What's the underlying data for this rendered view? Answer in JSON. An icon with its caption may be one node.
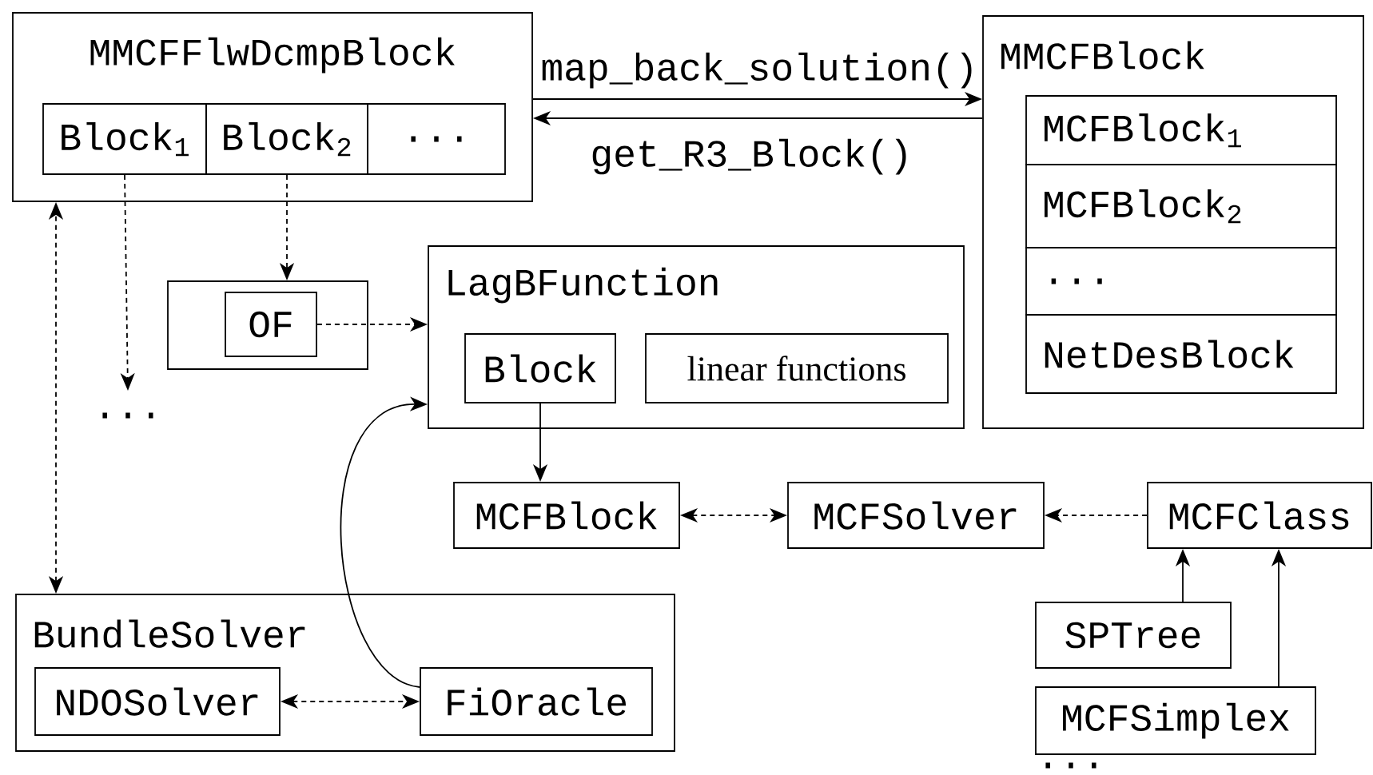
{
  "diagram": {
    "nodes": [
      {
        "text": [
          "MMCFFlwDcmpBlock"
        ]
      },
      {
        "text": [
          "Block$_{1}$"
        ],
        "in": 0
      },
      {
        "text": [
          "Block$_{2}$"
        ],
        "in": 0
      },
      {
        "text": [
          "..."
        ],
        "in": 0
      },
      {
        "text": [
          "MMCFBlock"
        ]
      },
      {
        "text": [
          "MCFBlock$_{1}$"
        ],
        "in": 4
      },
      {
        "text": [
          "MCFBlock$_{2}$"
        ],
        "in": 4
      },
      {
        "text": [
          "..."
        ],
        "in": 4
      },
      {
        "text": [
          "NetDesBlock"
        ],
        "in": 4
      },
      {
        "text": [],
        "shape": "box"
      },
      {
        "text": [
          "OF"
        ],
        "in": 9
      },
      {
        "text": [
          "LagBFunction"
        ]
      },
      {
        "text": [
          "Block"
        ],
        "in": 11
      },
      {
        "text": [
          "linear functions"
        ],
        "in": 11
      },
      {
        "text": [
          "..."
        ]
      },
      {
        "text": [
          "MCFBlock"
        ]
      },
      {
        "text": [
          "MCFSolver"
        ]
      },
      {
        "text": [
          "MCFClass"
        ]
      },
      {
        "text": [
          "BundleSolver"
        ]
      },
      {
        "text": [
          "NDOSolver"
        ],
        "in": 18
      },
      {
        "text": [
          "FiOracle"
        ],
        "in": 18
      },
      {
        "text": [
          "SPTree"
        ]
      },
      {
        "text": [
          "MCFSimplex"
        ]
      }
    ],
    "edges": [
      {
        "from": 0,
        "to": 4,
        "arrow": "to",
        "label": "map_back_solution()"
      },
      {
        "from": 4,
        "to": 0,
        "arrow": "to",
        "label": "get_R3_Block()"
      },
      {
        "from": 2,
        "to": 9,
        "arrow": "to",
        "style": "dashed"
      },
      {
        "from": 1,
        "to": 14,
        "arrow": "to",
        "style": "dashed"
      },
      {
        "from": 10,
        "to": 11,
        "arrow": "to",
        "style": "dashed"
      },
      {
        "from": 18,
        "to": 0,
        "arrow": "both",
        "style": "dashed"
      },
      {
        "from": 20,
        "to": 11,
        "arrow": "to"
      },
      {
        "from": 12,
        "to": 15,
        "arrow": "to"
      },
      {
        "from": 15,
        "to": 16,
        "arrow": "both",
        "style": "dashed"
      },
      {
        "from": 17,
        "to": 16,
        "arrow": "to",
        "style": "dashed"
      },
      {
        "from": 21,
        "to": 17,
        "arrow": "to"
      },
      {
        "from": 22,
        "to": 17,
        "arrow": "to"
      },
      {
        "from": 19,
        "to": 20,
        "arrow": "both",
        "style": "dashed"
      }
    ],
    "labels": [
      "..."
    ]
  }
}
